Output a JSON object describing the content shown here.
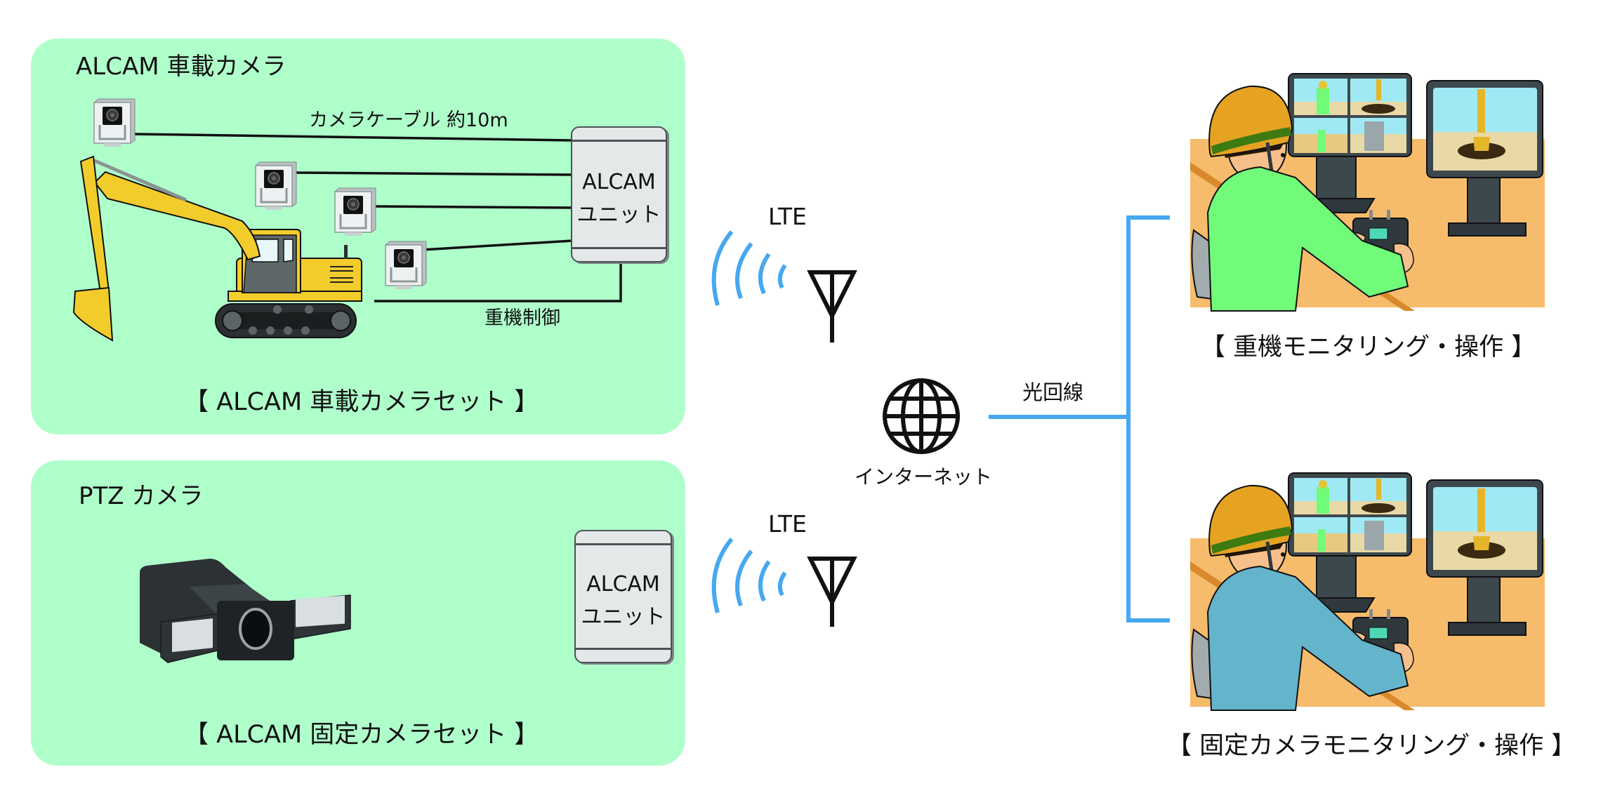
{
  "vehicle_set": {
    "title": "ALCAM 車載カメラ",
    "cable_label": "カメラケーブル 約10m",
    "control_label": "重機制御",
    "unit": {
      "line1": "ALCAM",
      "line2": "ユニット"
    },
    "caption": "【 ALCAM 車載カメラセット 】",
    "camera_count": 4
  },
  "fixed_set": {
    "title": "PTZ カメラ",
    "unit": {
      "line1": "ALCAM",
      "line2": "ユニット"
    },
    "caption": "【 ALCAM 固定カメラセット 】"
  },
  "network": {
    "lte_top": "LTE",
    "lte_bottom": "LTE",
    "internet_label": "インターネット",
    "fiber_label": "光回線"
  },
  "operators": [
    {
      "caption": "【 重機モニタリング・操作 】",
      "shirt_color": "#70FB78"
    },
    {
      "caption": "【 固定カメラモニタリング・操作 】",
      "shirt_color": "#64B4CC"
    }
  ],
  "colors": {
    "panel_bg": "#AFFFCB",
    "link_blue": "#46A8F0",
    "excavator_yellow": "#F2CC2A",
    "helmet": "#E6A322",
    "desk": "#F6BC6C"
  }
}
